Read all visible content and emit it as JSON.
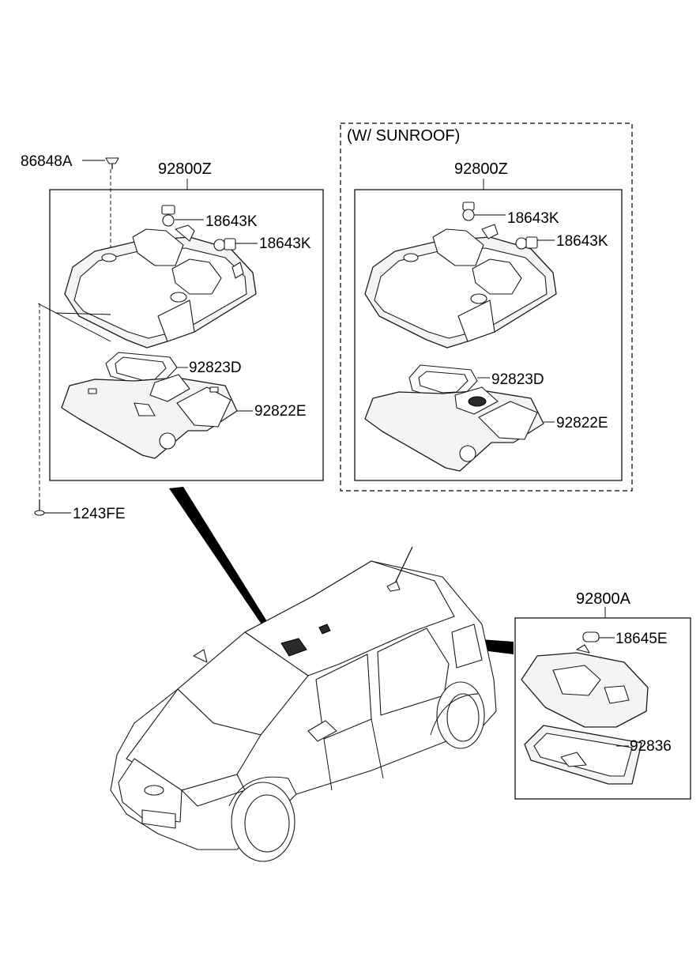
{
  "sunroof_group": {
    "label": "(W/ SUNROOF)"
  },
  "left_assembly": {
    "title": "92800Z",
    "parts": {
      "clip": "86848A",
      "bulb_1": "18643K",
      "bulb_2": "18643K",
      "lens": "92823D",
      "cover": "92822E",
      "screw": "1243FE"
    }
  },
  "right_assembly": {
    "title": "92800Z",
    "parts": {
      "bulb_1": "18643K",
      "bulb_2": "18643K",
      "lens": "92823D",
      "cover": "92822E"
    }
  },
  "room_lamp_assembly": {
    "title": "92800A",
    "parts": {
      "bulb": "18645E",
      "lens": "92836"
    }
  }
}
